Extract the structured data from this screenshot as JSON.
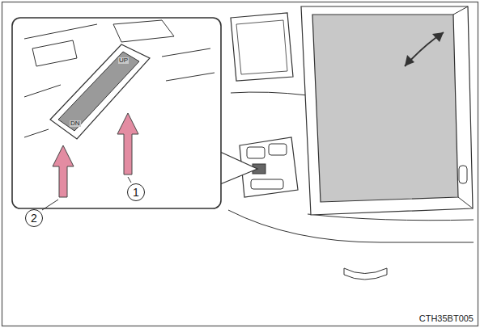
{
  "diagram": {
    "nodes": [
      {
        "text": [
          "1"
        ]
      },
      {
        "text": [
          "2"
        ]
      }
    ],
    "labels": [
      "UP",
      "DN",
      "CTH35BT005"
    ]
  }
}
